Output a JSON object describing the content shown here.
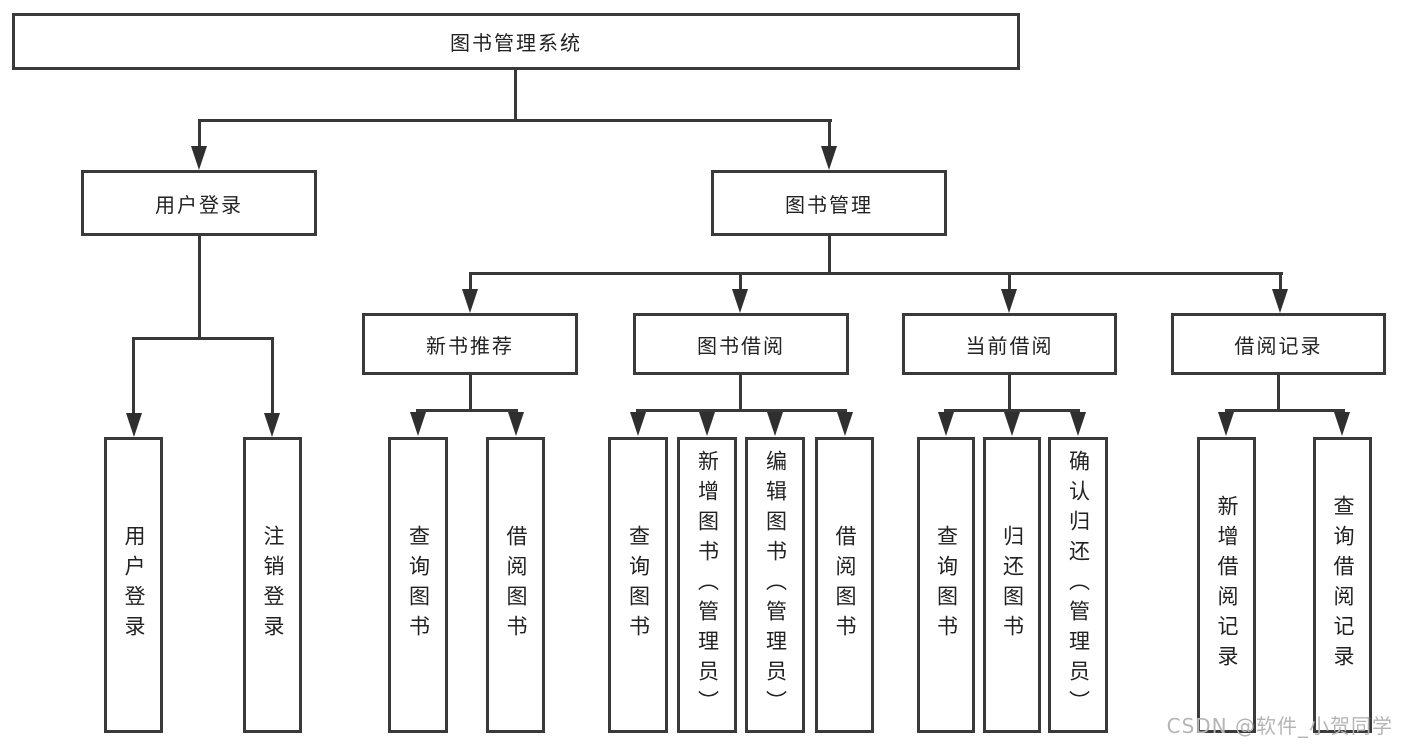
{
  "colors": {
    "line": "#383838",
    "box_border": "#3a3a3a",
    "text": "#222222",
    "background": "#ffffff",
    "watermark": "#b5b5b5"
  },
  "watermark": "CSDN @软件_小贺同学",
  "tree": {
    "root": {
      "label": "图书管理系统"
    },
    "branches": [
      {
        "label": "用户登录",
        "children": [
          {
            "label": "用户登录"
          },
          {
            "label": "注销登录"
          }
        ]
      },
      {
        "label": "图书管理",
        "children": [
          {
            "label": "新书推荐",
            "children": [
              {
                "label": "查询图书"
              },
              {
                "label": "借阅图书"
              }
            ]
          },
          {
            "label": "图书借阅",
            "children": [
              {
                "label": "查询图书"
              },
              {
                "label": "新增图书（管理员）"
              },
              {
                "label": "编辑图书（管理员）"
              },
              {
                "label": "借阅图书"
              }
            ]
          },
          {
            "label": "当前借阅",
            "children": [
              {
                "label": "查询图书"
              },
              {
                "label": "归还图书"
              },
              {
                "label": "确认归还（管理员）"
              }
            ]
          },
          {
            "label": "借阅记录",
            "children": [
              {
                "label": "新增借阅记录"
              },
              {
                "label": "查询借阅记录"
              }
            ]
          }
        ]
      }
    ]
  }
}
